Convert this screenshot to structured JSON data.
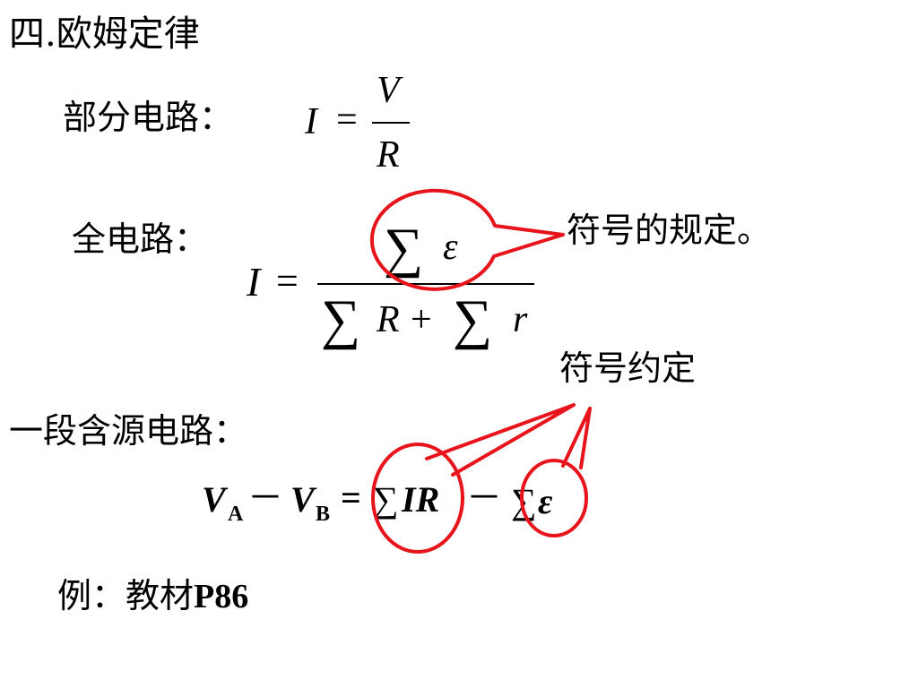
{
  "slide": {
    "title": "四.欧姆定律",
    "partial_circuit": {
      "label": "部分电路：",
      "lhs": "I",
      "equals": "=",
      "numerator": "V",
      "denominator": "R"
    },
    "full_circuit": {
      "label": "全电路：",
      "lhs": "I",
      "equals": "=",
      "num_sum": "∑",
      "num_var": "ε",
      "den_sum1": "∑",
      "den_var1": "R",
      "den_plus": "+",
      "den_sum2": "∑",
      "den_var2": "r"
    },
    "sign_rule_callout": "符号的规定。",
    "sign_convention_callout": "符号约定",
    "segment_circuit": {
      "label": "一段含源电路：",
      "v1": "V",
      "sub1": "A",
      "minus1": "－",
      "v2": "V",
      "sub2": "B",
      "equals": "=",
      "sum1": "∑",
      "ir": "IR",
      "minus2": "－",
      "sum2": "∑",
      "eps": "ε"
    },
    "example": {
      "prefix": "例：教材",
      "ref": "P86"
    }
  },
  "colors": {
    "annotation": "#e8141c",
    "text": "#000000",
    "background": "#ffffff"
  }
}
